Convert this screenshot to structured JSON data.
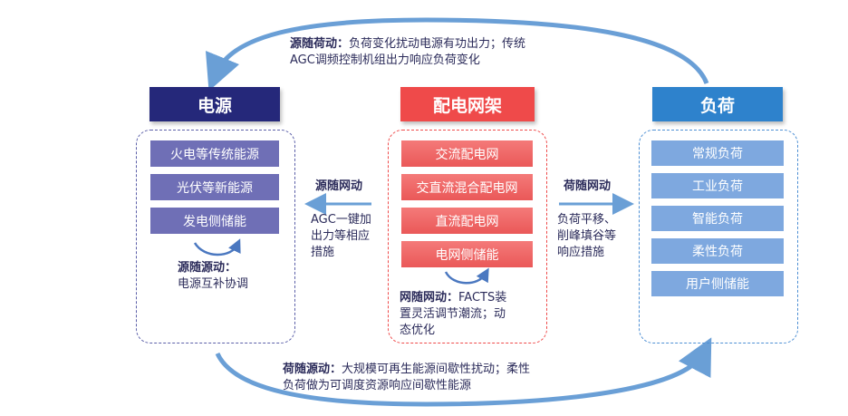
{
  "top_text": {
    "bold": "源随荷动：",
    "rest": "负荷变化扰动电源有功出力；传统",
    "line2": "AGC调频控制机组出力响应负荷变化"
  },
  "bottom_text": {
    "bold": "荷随源动：",
    "rest": "大规模可再生能源间歇性扰动；柔性",
    "line2": "负荷做为可调度资源响应间歇性能源"
  },
  "source": {
    "title": "电源",
    "items": [
      "火电等传统能源",
      "光伏等新能源",
      "发电侧储能"
    ],
    "note_bold": "源随源动：",
    "note_text": "电源互补协调"
  },
  "grid": {
    "title": "配电网架",
    "items": [
      "交流配电网",
      "交直流混合配电网",
      "直流配电网",
      "电网侧储能"
    ],
    "note_bold": "网随网动：",
    "note_line1": "FACTS装",
    "note_line2": "置灵活调节潮流；动",
    "note_line3": "态优化"
  },
  "load": {
    "title": "负荷",
    "items": [
      "常规负荷",
      "工业负荷",
      "智能负荷",
      "柔性负荷",
      "用户侧储能"
    ]
  },
  "left_arrow": {
    "label": "源随网动",
    "lines": [
      "AGC一键加",
      "出力等相应",
      "措施"
    ]
  },
  "right_arrow": {
    "label": "荷随网动",
    "lines": [
      "负荷平移、",
      "削峰填谷等",
      "响应措施"
    ]
  },
  "colors": {
    "navy": "#25287a",
    "red": "#ef4a4a",
    "blue": "#2e82cc",
    "arc": "#6a9fd6"
  }
}
